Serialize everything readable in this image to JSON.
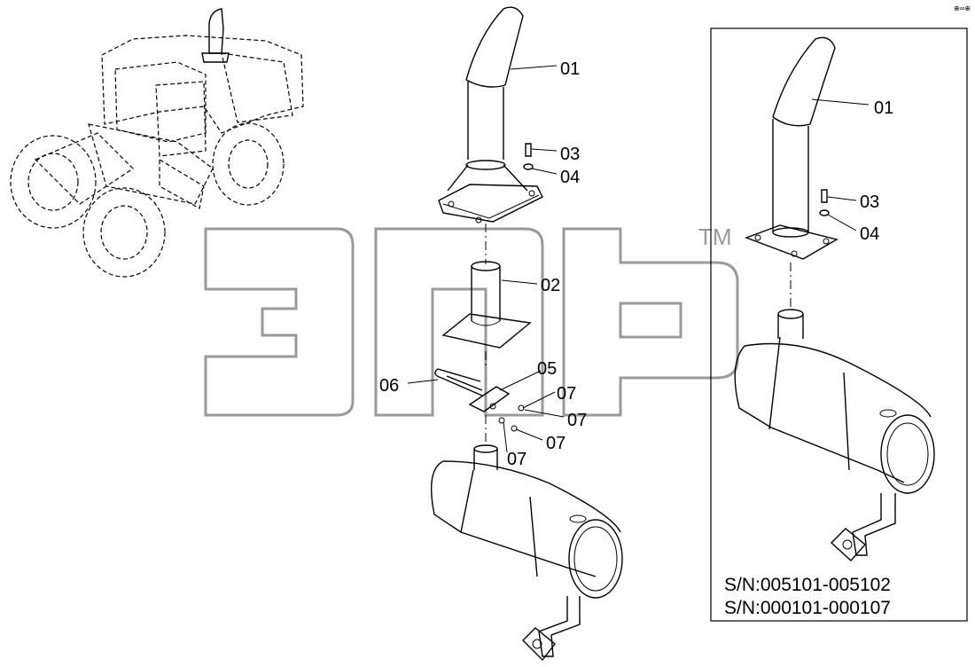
{
  "watermark": {
    "trademark": "TM"
  },
  "callouts": {
    "main": [
      {
        "id": "m-01",
        "text": "01"
      },
      {
        "id": "m-03",
        "text": "03"
      },
      {
        "id": "m-04",
        "text": "04"
      },
      {
        "id": "m-02",
        "text": "02"
      },
      {
        "id": "m-05",
        "text": "05"
      },
      {
        "id": "m-06",
        "text": "06"
      },
      {
        "id": "m-07a",
        "text": "07"
      },
      {
        "id": "m-07b",
        "text": "07"
      },
      {
        "id": "m-07c",
        "text": "07"
      },
      {
        "id": "m-07d",
        "text": "07"
      }
    ],
    "inset": [
      {
        "id": "i-01",
        "text": "01"
      },
      {
        "id": "i-03",
        "text": "03"
      },
      {
        "id": "i-04",
        "text": "04"
      }
    ]
  },
  "serial_numbers": [
    "S/N:005101-005102",
    "S/N:000101-000107"
  ],
  "corner_mark": "⊕∞⊕"
}
